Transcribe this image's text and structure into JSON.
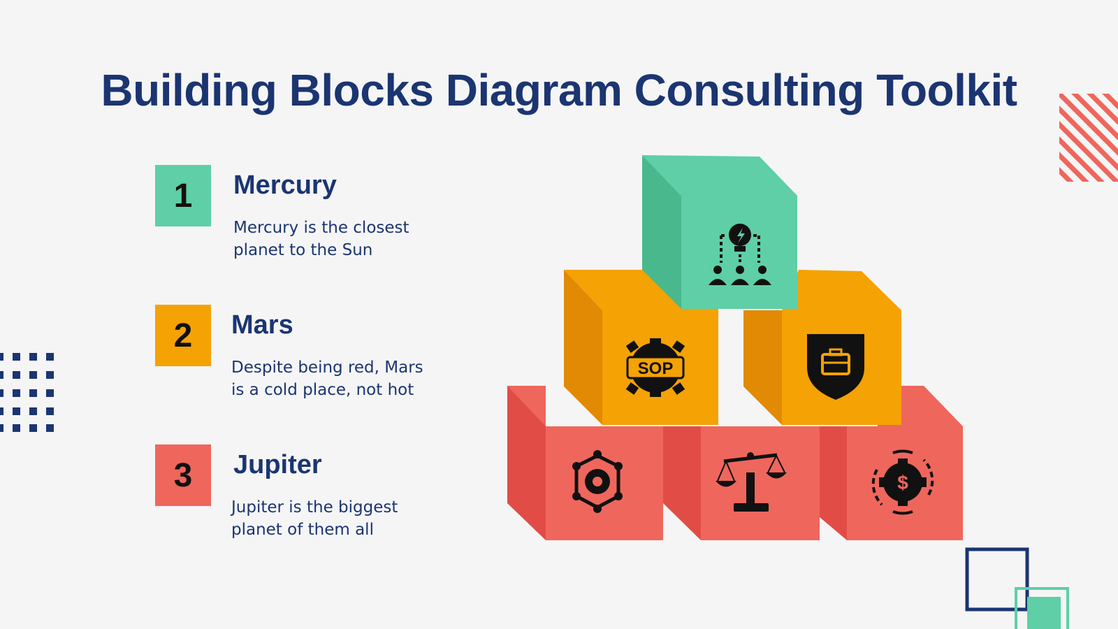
{
  "title": "Building Blocks Diagram Consulting Toolkit",
  "items": [
    {
      "number": "1",
      "title": "Mercury",
      "description": "Mercury is the closest planet to the Sun",
      "color": "#5ecfa7"
    },
    {
      "number": "2",
      "title": "Mars",
      "description": "Despite being red, Mars is a cold place, not hot",
      "color": "#f4a204"
    },
    {
      "number": "3",
      "title": "Jupiter",
      "description": "Jupiter is the biggest planet of them all",
      "color": "#ef665c"
    }
  ],
  "blocks": [
    {
      "level": 1,
      "color": "green",
      "icon": "team-idea-icon"
    },
    {
      "level": 2,
      "color": "orange",
      "icon": "sop-gear-icon"
    },
    {
      "level": 2,
      "color": "orange",
      "icon": "briefcase-shield-icon"
    },
    {
      "level": 3,
      "color": "red",
      "icon": "network-gear-icon"
    },
    {
      "level": 3,
      "color": "red",
      "icon": "balance-scale-icon"
    },
    {
      "level": 3,
      "color": "red",
      "icon": "dollar-gear-icon"
    }
  ],
  "block_icon_text": "SOP",
  "colors": {
    "navy": "#1b3571",
    "green": "#5ecfa7",
    "orange": "#f4a204",
    "red": "#ef665c",
    "background": "#f5f5f5"
  }
}
